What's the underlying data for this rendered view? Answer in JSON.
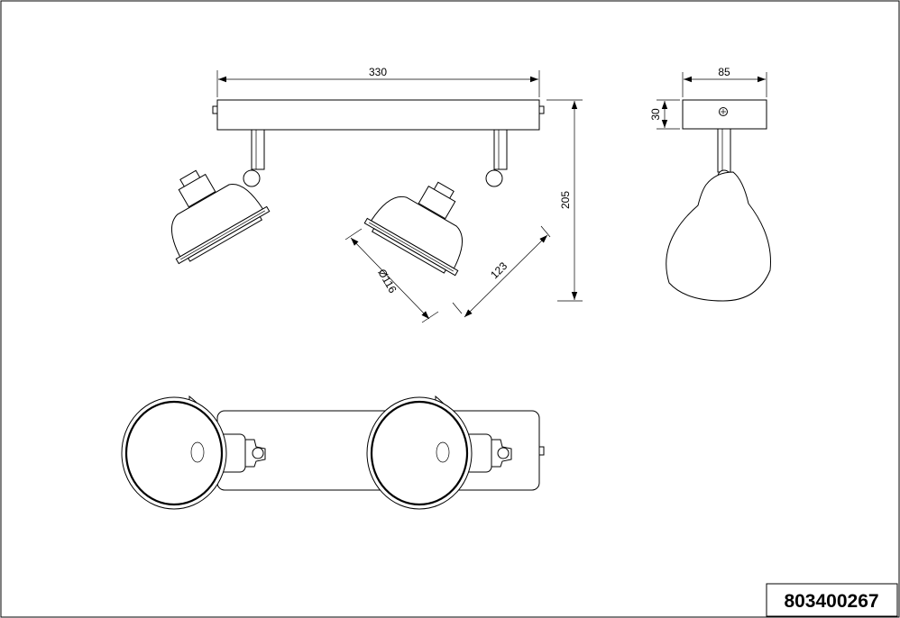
{
  "dimensions": {
    "width_total": "330",
    "depth": "85",
    "plate_height": "30",
    "height_total": "205",
    "shade_diameter": "Ø116",
    "shade_length": "123"
  },
  "article_number": "803400267",
  "colors": {
    "line": "#000000",
    "background": "#ffffff"
  }
}
